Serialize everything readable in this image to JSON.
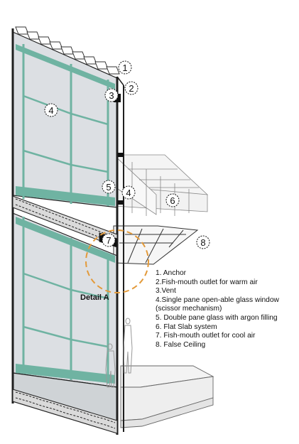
{
  "markers": [
    {
      "id": "marker-1",
      "label": "1"
    },
    {
      "id": "marker-2",
      "label": "2"
    },
    {
      "id": "marker-3",
      "label": "3"
    },
    {
      "id": "marker-4-upper",
      "label": "4"
    },
    {
      "id": "marker-5",
      "label": "5"
    },
    {
      "id": "marker-4-lower",
      "label": "4"
    },
    {
      "id": "marker-6",
      "label": "6"
    },
    {
      "id": "marker-7",
      "label": "7"
    },
    {
      "id": "marker-8",
      "label": "8"
    }
  ],
  "detail_label": "Detail A",
  "legend": {
    "items": [
      "1. Anchor",
      "2.Fish-mouth outlet for warm air",
      "3.Vent",
      "4.Single pane open-able glass window",
      "(scissor mechanism)",
      "5. Double pane glass with argon filling",
      "6. Flat Slab system",
      "7. Fish-mouth outlet for cool air",
      "8. False Ceiling"
    ]
  },
  "colors": {
    "glass": "#dcdfe3",
    "mullion": "#6fb3a2",
    "frame": "#1f1f1f",
    "detail_circle": "#e39a3a"
  }
}
